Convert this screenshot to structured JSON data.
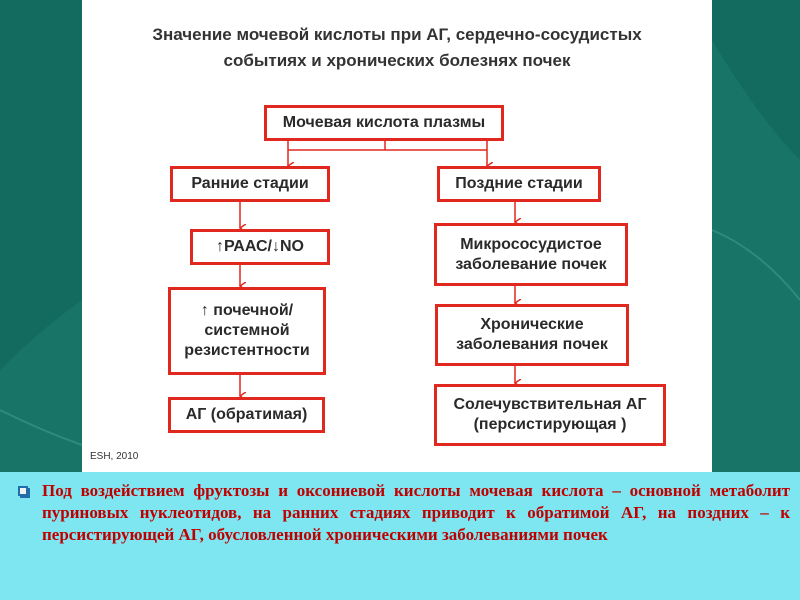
{
  "slide": {
    "title_line1": "Значение мочевой кислоты при АГ, сердечно-сосудистых",
    "title_line2": "событиях и хронических болезнях почек",
    "source": "ESH, 2010"
  },
  "diagram": {
    "root": "Мочевая кислота плазмы",
    "early": {
      "header": "Ранние стадии",
      "steps": [
        "↑РААС/↓NO",
        "↑ почечной/\nсистемной\nрезистентности",
        "АГ (обратимая)"
      ]
    },
    "late": {
      "header": "Поздние стадии",
      "steps": [
        "Микрососудистое\nзаболевание почек",
        "Хронические\nзаболевания почек",
        "Солечувствительная АГ\n(персистирующая )"
      ]
    }
  },
  "bottom": {
    "text": "Под воздействием фруктозы и оксониевой кислоты мочевая кислота – основной метаболит пуриновых нуклеотидов, на ранних стадиях приводит к обратимой АГ, на поздних – к персистирующей АГ, обусловленной хроническими заболеваниями почек"
  },
  "colors": {
    "background": "#136b5f",
    "box_border": "#e0281f",
    "bottom_band": "#7ee6f0",
    "bottom_text": "#c00000"
  }
}
